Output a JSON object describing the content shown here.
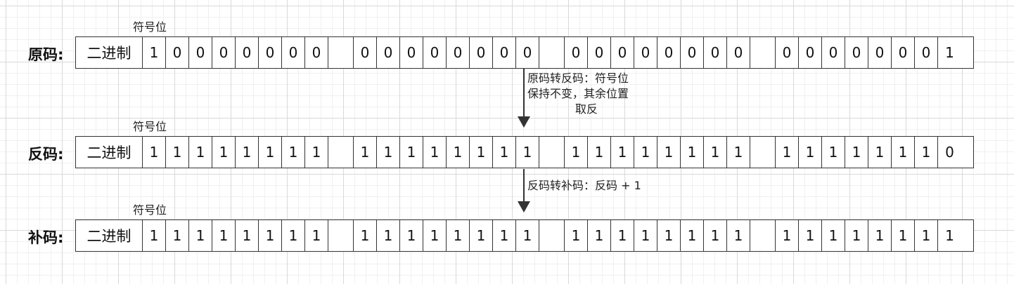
{
  "rows": [
    {
      "label": "原码:",
      "sign_label": "符号位",
      "header": "二进制",
      "groups": [
        [
          "1",
          "0",
          "0",
          "0",
          "0",
          "0",
          "0",
          "0"
        ],
        [
          "0",
          "0",
          "0",
          "0",
          "0",
          "0",
          "0",
          "0"
        ],
        [
          "0",
          "0",
          "0",
          "0",
          "0",
          "0",
          "0",
          "0"
        ],
        [
          "0",
          "0",
          "0",
          "0",
          "0",
          "0",
          "0",
          "1"
        ]
      ]
    },
    {
      "label": "反码:",
      "sign_label": "符号位",
      "header": "二进制",
      "groups": [
        [
          "1",
          "1",
          "1",
          "1",
          "1",
          "1",
          "1",
          "1"
        ],
        [
          "1",
          "1",
          "1",
          "1",
          "1",
          "1",
          "1",
          "1"
        ],
        [
          "1",
          "1",
          "1",
          "1",
          "1",
          "1",
          "1",
          "1"
        ],
        [
          "1",
          "1",
          "1",
          "1",
          "1",
          "1",
          "1",
          "0"
        ]
      ]
    },
    {
      "label": "补码:",
      "sign_label": "符号位",
      "header": "二进制",
      "groups": [
        [
          "1",
          "1",
          "1",
          "1",
          "1",
          "1",
          "1",
          "1"
        ],
        [
          "1",
          "1",
          "1",
          "1",
          "1",
          "1",
          "1",
          "1"
        ],
        [
          "1",
          "1",
          "1",
          "1",
          "1",
          "1",
          "1",
          "1"
        ],
        [
          "1",
          "1",
          "1",
          "1",
          "1",
          "1",
          "1",
          "1"
        ]
      ]
    }
  ],
  "transitions": [
    {
      "lines": [
        "原码转反码：符号位",
        "保持不变，其余位置",
        "取反"
      ]
    },
    {
      "lines": [
        "反码转补码：反码 + 1"
      ]
    }
  ]
}
